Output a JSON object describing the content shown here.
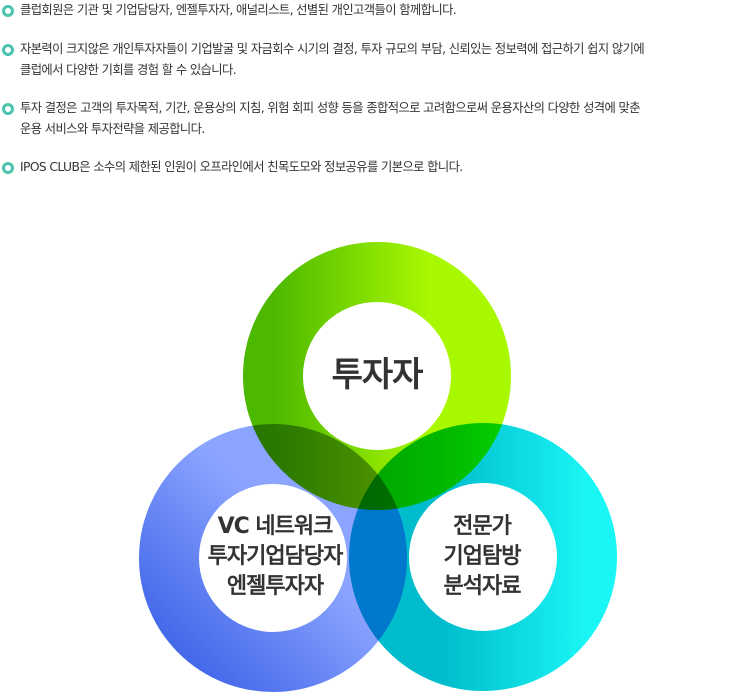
{
  "intro_items": [
    {
      "lines": [
        "클럽회원은 기관 및 기업담당자, 엔젤투자자, 애널리스트, 선별된 개인고객들이 함께합니다."
      ]
    },
    {
      "lines": [
        "자본력이 크지않은 개인투자자들이 기업발굴 및 자금회수 시기의 결정, 투자 규모의 부담, 신뢰있는 정보력에 접근하기 쉽지 않기에",
        "클럽에서 다양한 기회를 경험 할 수 있습니다."
      ]
    },
    {
      "lines": [
        "투자 결정은 고객의 투자목적, 기간, 운용상의 지침, 위험 회피 성향 등을 종합적으로 고려함으로써 운용자산의 다양한 성격에 맞춘",
        "운용 서비스와 투자전략을 제공합니다."
      ]
    },
    {
      "lines": [
        "IPOS CLUB은 소수의 제한된 인원이 오프라인에서 친목도모와 정보공유를 기본으로 합니다."
      ]
    }
  ],
  "diagram": {
    "top": {
      "lines": [
        "투자자"
      ],
      "color_light": "#a8f800",
      "color_dark": "#4cb800"
    },
    "left": {
      "lines": [
        "VC 네트워크",
        "투자기업담당자",
        "엔젤투자자"
      ],
      "color_light": "#8aa4ff",
      "color_dark": "#3d63e8"
    },
    "right": {
      "lines": [
        "전문가",
        "기업탐방",
        "분석자료"
      ],
      "color_light": "#1af5f5",
      "color_dark": "#00bccc"
    }
  }
}
